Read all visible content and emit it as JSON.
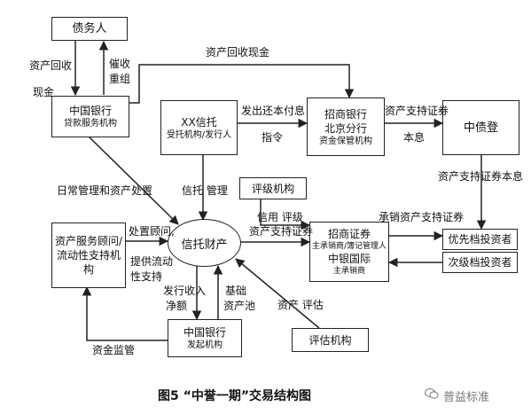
{
  "nodes": {
    "debtor": "债务人",
    "boc_servicer": [
      "中国银行",
      "贷款服务机构"
    ],
    "trustee": [
      "XX信托",
      "受托机构/发行人"
    ],
    "cmb_beijing": [
      "招商银行",
      "北京分行",
      "资金保管机构"
    ],
    "ccdc": "中债登",
    "rating_agency": "评级机构",
    "asset_advisor": [
      "资产服务顾问/",
      "流动性支持机",
      "构"
    ],
    "trust_property": "信托财产",
    "underwriters": [
      "招商证券",
      "主承销商/簿记管理人",
      "中银国际",
      "主承销商"
    ],
    "senior_investors": "优先档投资者",
    "sub_investors": "次级档投资者",
    "boc_originator": [
      "中国银行",
      "发起机构"
    ],
    "appraiser": "评估机构"
  },
  "edge_labels": {
    "asset_recovery_1": "资产回收",
    "cash": "现金",
    "collection_1": "催收",
    "collection_2": "重组",
    "asset_recovery_cash": "资产回收现金",
    "payment_1": "发出还本付息",
    "payment_2": "指令",
    "abs_1": "资产支持证券",
    "abs_2": "本息",
    "abs_principal_interest": "资产支持证券本息",
    "daily_mgmt": "日常管理和资产处置",
    "trust_mgmt": "信托 管理",
    "credit_rating_1": "信用 评级",
    "credit_rating_2": "资产支持证券",
    "underwrite": "承销资产支持证券",
    "disposal_advisory": "处置顾问,",
    "liquidity_1": "提供流动",
    "liquidity_2": "性支持",
    "proceeds_1": "发行收入",
    "proceeds_2": "净额",
    "base_pool_1": "基础",
    "base_pool_2": "资产池",
    "asset_valuation": "资产  评估",
    "fund_supervision": "资金监管"
  },
  "caption": "图5 “中誉一期”交易结构图",
  "watermark": "普益标准"
}
